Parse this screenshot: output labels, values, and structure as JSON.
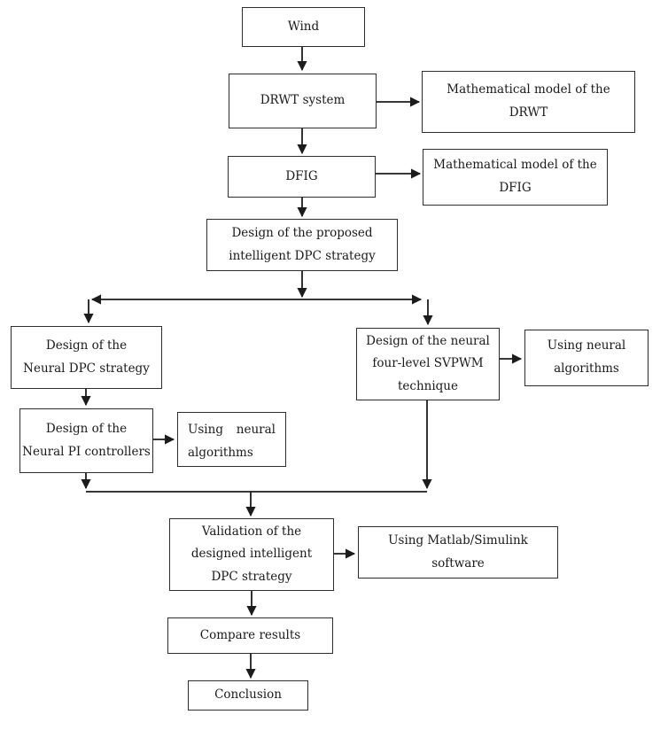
{
  "colors": {
    "background": "#ffffff",
    "box_border": "#2d2d2d",
    "line": "#1c1c1c",
    "text": "#1a1a1a"
  },
  "nodes": {
    "wind": {
      "label": "Wind"
    },
    "drwt_system": {
      "label": "DRWT system"
    },
    "math_model_drwt": {
      "label": "Mathematical model of the\nDRWT"
    },
    "dfig": {
      "label": "DFIG"
    },
    "math_model_dfig": {
      "label": "Mathematical model of the\nDFIG"
    },
    "design_proposed": {
      "label": "Design of the proposed\nintelligent DPC strategy"
    },
    "neural_dpc": {
      "label": "Design of the\nNeural DPC strategy"
    },
    "svpwm": {
      "label": "Design of the neural\nfour-level SVPWM\ntechnique"
    },
    "using_neural_right": {
      "label": "Using neural\nalgorithms"
    },
    "neural_pi": {
      "label": "Design of the\nNeural PI controllers"
    },
    "using_neural_left": {
      "label": "Using neural algorithms"
    },
    "validation": {
      "label": "Validation of the\ndesigned intelligent\nDPC strategy"
    },
    "matlab": {
      "label": "Using Matlab/Simulink\nsoftware"
    },
    "compare_results": {
      "label": "Compare results"
    },
    "conclusion": {
      "label": "Conclusion"
    }
  }
}
